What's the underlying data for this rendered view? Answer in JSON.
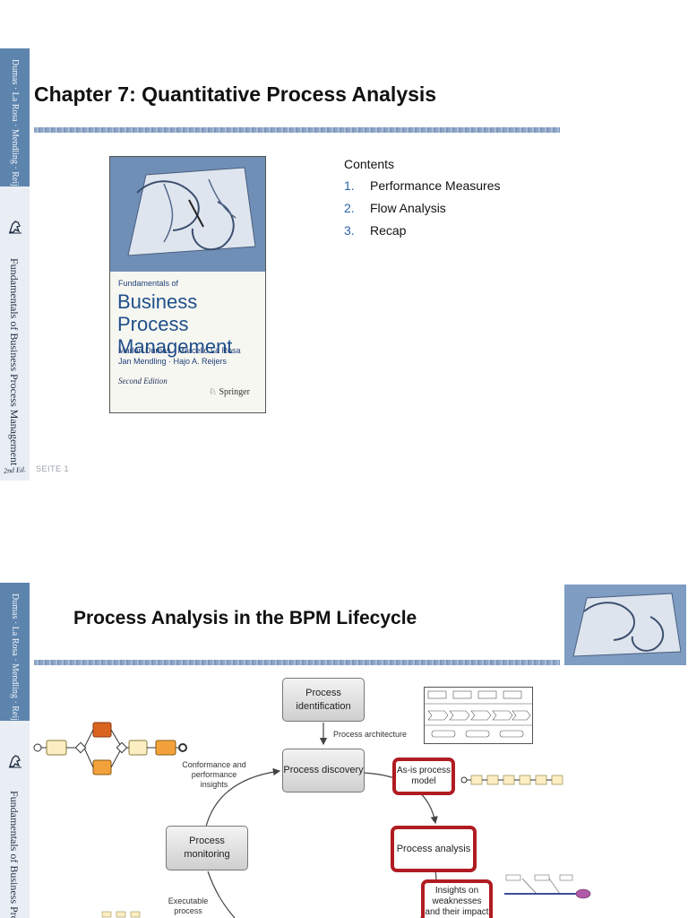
{
  "sidebar": {
    "authors": "Dumas · La Rosa · Mendling · Reijers",
    "series": "Fundamentals of Business Process Management",
    "series_cut": "Fundamentals of Business Process",
    "edition": "2nd Ed."
  },
  "slide1": {
    "title": "Chapter 7: Quantitative Process Analysis",
    "page_label": "SEITE 1",
    "book": {
      "subtitle": "Fundamentals of",
      "title_line1": "Business Process",
      "title_line2": "Management",
      "authors_line1": "Marlon Dumas · Marcello La Rosa",
      "authors_line2": "Jan Mendling · Hajo A. Reijers",
      "edition": "Second Edition",
      "publisher": "Springer"
    },
    "contents": {
      "heading": "Contents",
      "items": [
        {
          "num": "1.",
          "label": "Performance Measures"
        },
        {
          "num": "2.",
          "label": "Flow Analysis"
        },
        {
          "num": "3.",
          "label": "Recap"
        }
      ]
    }
  },
  "slide2": {
    "title": "Process Analysis in the BPM Lifecycle",
    "nodes": {
      "identification": "Process identification",
      "discovery": "Process discovery",
      "analysis": "Process analysis",
      "monitoring": "Process monitoring"
    },
    "labels": {
      "architecture": "Process architecture",
      "asis": "As-is process model",
      "conformance": "Conformance and performance insights",
      "insights": "Insights on weaknesses and their impact",
      "executable": "Executable process"
    }
  },
  "colors": {
    "accent_blue": "#2f64a8",
    "highlight_red": "#b01c22",
    "sidebar_blue": "#5d84ad"
  }
}
